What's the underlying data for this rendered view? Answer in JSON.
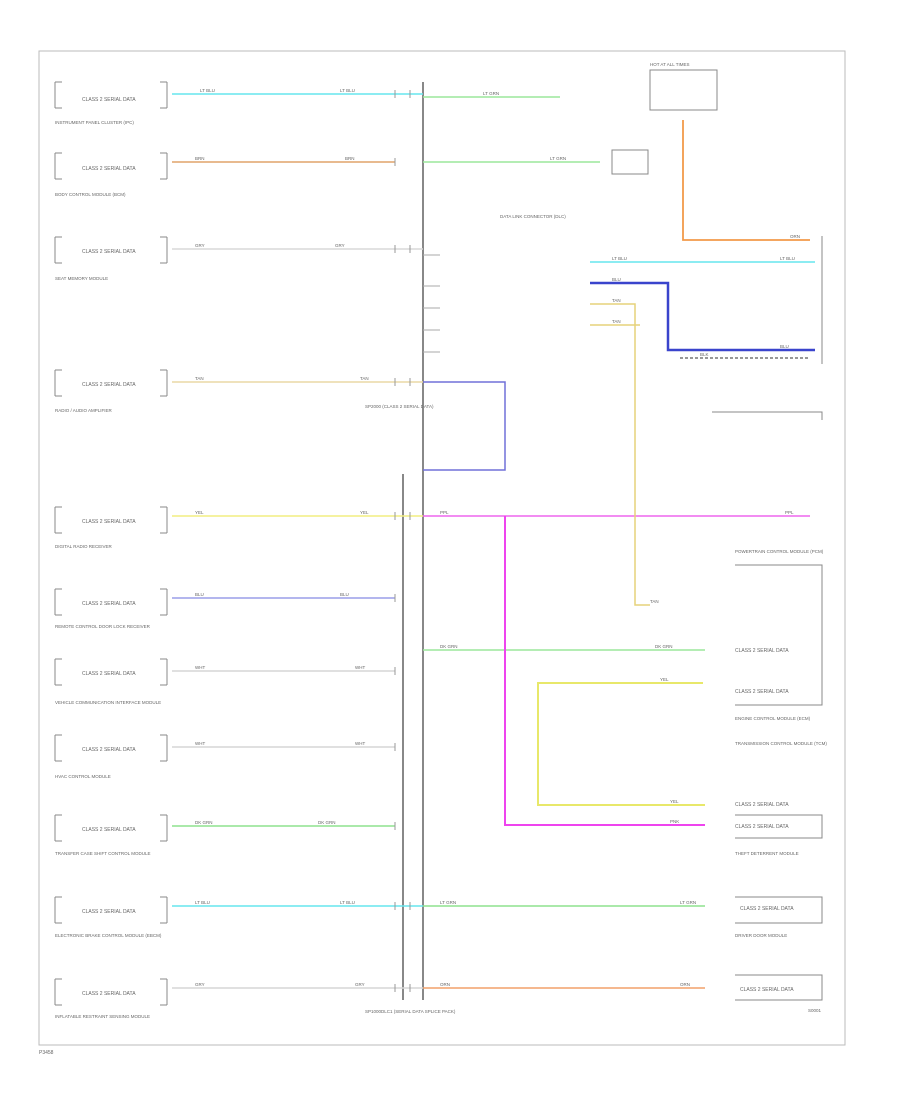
{
  "footer_code": "P3458",
  "page_ref": "S0001",
  "module_label": "CLASS 2 SERIAL DATA",
  "splice_left": "SP1000DLC1 (SERIAL DATA SPLICE PACK)",
  "splice_right": "SP2000 (CLASS 2 SERIAL DATA)",
  "wires": {
    "lt_blu": "LT BLU",
    "brn": "BRN",
    "gry": "GRY",
    "tan": "TAN",
    "yel": "YEL",
    "blu": "BLU",
    "wht": "WHT",
    "dk_grn": "DK GRN",
    "lt_grn": "LT GRN",
    "orn": "ORN",
    "pnk": "PNK",
    "ppl": "PPL",
    "blk": "BLK"
  },
  "left_modules": [
    {
      "name": "INSTRUMENT PANEL CLUSTER (IPC)"
    },
    {
      "name": "BODY CONTROL MODULE (BCM)"
    },
    {
      "name": "SEAT MEMORY MODULE"
    },
    {
      "name": "RADIO / AUDIO AMPLIFIER"
    },
    {
      "name": "DIGITAL RADIO RECEIVER"
    },
    {
      "name": "REMOTE CONTROL DOOR LOCK RECEIVER"
    },
    {
      "name": "VEHICLE COMMUNICATION INTERFACE MODULE"
    },
    {
      "name": "HVAC CONTROL MODULE"
    },
    {
      "name": "TRANSFER CASE SHIFT CONTROL MODULE"
    },
    {
      "name": "ELECTRONIC BRAKE CONTROL MODULE (EBCM)"
    },
    {
      "name": "INFLATABLE RESTRAINT SENSING MODULE"
    }
  ],
  "right_modules": [
    {
      "name": "DATA LINK CONNECTOR (DLC)"
    },
    {
      "name": "HOT AT ALL TIMES"
    },
    {
      "name": "POWERTRAIN CONTROL MODULE (PCM)"
    },
    {
      "name": "ENGINE CONTROL MODULE (ECM)"
    },
    {
      "name": "TRANSMISSION CONTROL MODULE (TCM)"
    },
    {
      "name": "THEFT DETERRENT MODULE"
    },
    {
      "name": "DRIVER DOOR MODULE"
    }
  ]
}
